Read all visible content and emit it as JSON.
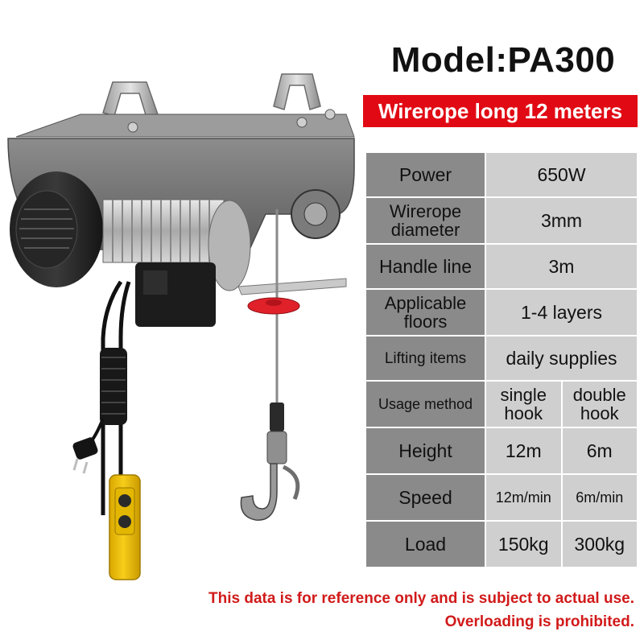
{
  "title": "Model:PA300",
  "banner": "Wirerope long 12 meters",
  "specs": {
    "power": {
      "label": "Power",
      "value": "650W"
    },
    "wirerope_diameter": {
      "label": "Wirerope diameter",
      "value": "3mm"
    },
    "handle_line": {
      "label": "Handle line",
      "value": "3m"
    },
    "applicable_floors": {
      "label": "Applicable floors",
      "value": "1-4 layers"
    },
    "lifting_items": {
      "label": "Lifting items",
      "value": "daily supplies"
    },
    "usage_method": {
      "label": "Usage method",
      "single": "single hook",
      "double": "double hook"
    },
    "height": {
      "label": "Height",
      "single": "12m",
      "double": "6m"
    },
    "speed": {
      "label": "Speed",
      "single": "12m/min",
      "double": "6m/min"
    },
    "load": {
      "label": "Load",
      "single": "150kg",
      "double": "300kg"
    }
  },
  "notes": {
    "line1": "This data is for reference only and is subject to actual use.",
    "line2": "Overloading is prohibited."
  },
  "colors": {
    "banner_bg": "#e10a14",
    "label_cell": "#8a8a8a",
    "value_cell": "#cfcfcf",
    "note_text": "#d11a1a",
    "hoist_body": "#6f6f6f",
    "remote_yellow": "#f2c200",
    "hook_stopper": "#e0212a"
  }
}
